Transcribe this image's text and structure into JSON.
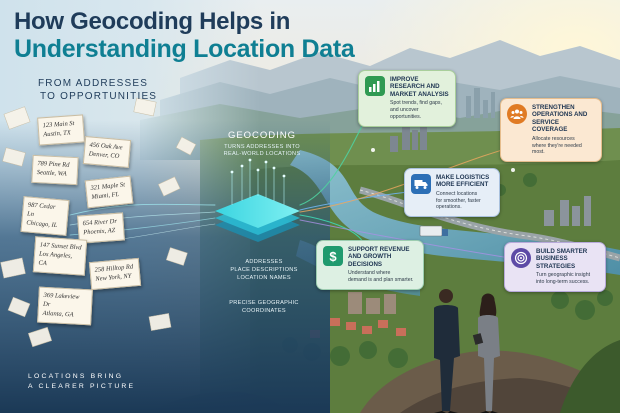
{
  "title": {
    "line1": "How Geocoding Helps in",
    "line2": "Understanding Location Data"
  },
  "intro": {
    "line1": "FROM ADDRESSES",
    "line2": "TO OPPORTUNITIES"
  },
  "addresses": [
    {
      "street": "123 Main St",
      "city": "Austin, TX"
    },
    {
      "street": "456 Oak Ave",
      "city": "Denver, CO"
    },
    {
      "street": "789 Pine Rd",
      "city": "Seattle, WA"
    },
    {
      "street": "321 Maple St",
      "city": "Miami, FL"
    },
    {
      "street": "987 Cedar Ln",
      "city": "Chicago, IL"
    },
    {
      "street": "654 River Dr",
      "city": "Phoenix, AZ"
    },
    {
      "street": "147 Sunset Blvd",
      "city": "Los Angeles, CA"
    },
    {
      "street": "258 Hilltop Rd",
      "city": "New York, NY"
    },
    {
      "street": "369 Lakeview Dr",
      "city": "Atlanta, GA"
    }
  ],
  "geocoding": {
    "title": "GEOCODING",
    "subtitle_line1": "TURNS ADDRESSES INTO",
    "subtitle_line2": "REAL-WORLD LOCATIONS",
    "labels": [
      "ADDRESSES",
      "PLACE DESCRIPTIONS",
      "LOCATION NAMES"
    ],
    "output_line1": "PRECISE GEOGRAPHIC",
    "output_line2": "COORDINATES"
  },
  "benefits": [
    {
      "title_line1": "IMPROVE",
      "title_line2": "RESEARCH AND",
      "title_line3": "MARKET ANALYSIS",
      "desc_line1": "Spot trends, find gaps,",
      "desc_line2": "and uncover opportunities.",
      "icon": "bar-chart-icon",
      "color": "#dff0d8"
    },
    {
      "title_line1": "STRENGTHEN",
      "title_line2": "OPERATIONS AND",
      "title_line3": "SERVICE COVERAGE",
      "desc_line1": "Allocate resources",
      "desc_line2": "where they're needed most.",
      "icon": "team-icon",
      "color": "#fbe7cf"
    },
    {
      "title_line1": "MAKE LOGISTICS",
      "title_line2": "MORE EFFICIENT",
      "title_line3": "",
      "desc_line1": "Connect locations",
      "desc_line2": "for smoother, faster operations.",
      "icon": "truck-icon",
      "color": "#e3ecf6"
    },
    {
      "title_line1": "SUPPORT REVENUE",
      "title_line2": "AND GROWTH DECISIONS",
      "title_line3": "",
      "desc_line1": "Understand where",
      "desc_line2": "demand is and plan smarter.",
      "icon": "dollar-icon",
      "color": "#dcefe2"
    },
    {
      "title_line1": "BUILD SMARTER",
      "title_line2": "BUSINESS STRATEGIES",
      "title_line3": "",
      "desc_line1": "Turn geographic insight",
      "desc_line2": "into long-term success.",
      "icon": "target-icon",
      "color": "#e8e2f3"
    }
  ],
  "footer": {
    "line1": "LOCATIONS BRING",
    "line2": "A CLEARER PICTURE"
  },
  "colors": {
    "title_dark": "#1f3c5a",
    "title_teal": "#0f7f93",
    "green_icon": "#2f9a52",
    "orange_icon": "#e07b24",
    "blue_icon": "#2c6fb6",
    "teal_icon": "#1f9a6e",
    "purple_icon": "#5d4aa6"
  }
}
